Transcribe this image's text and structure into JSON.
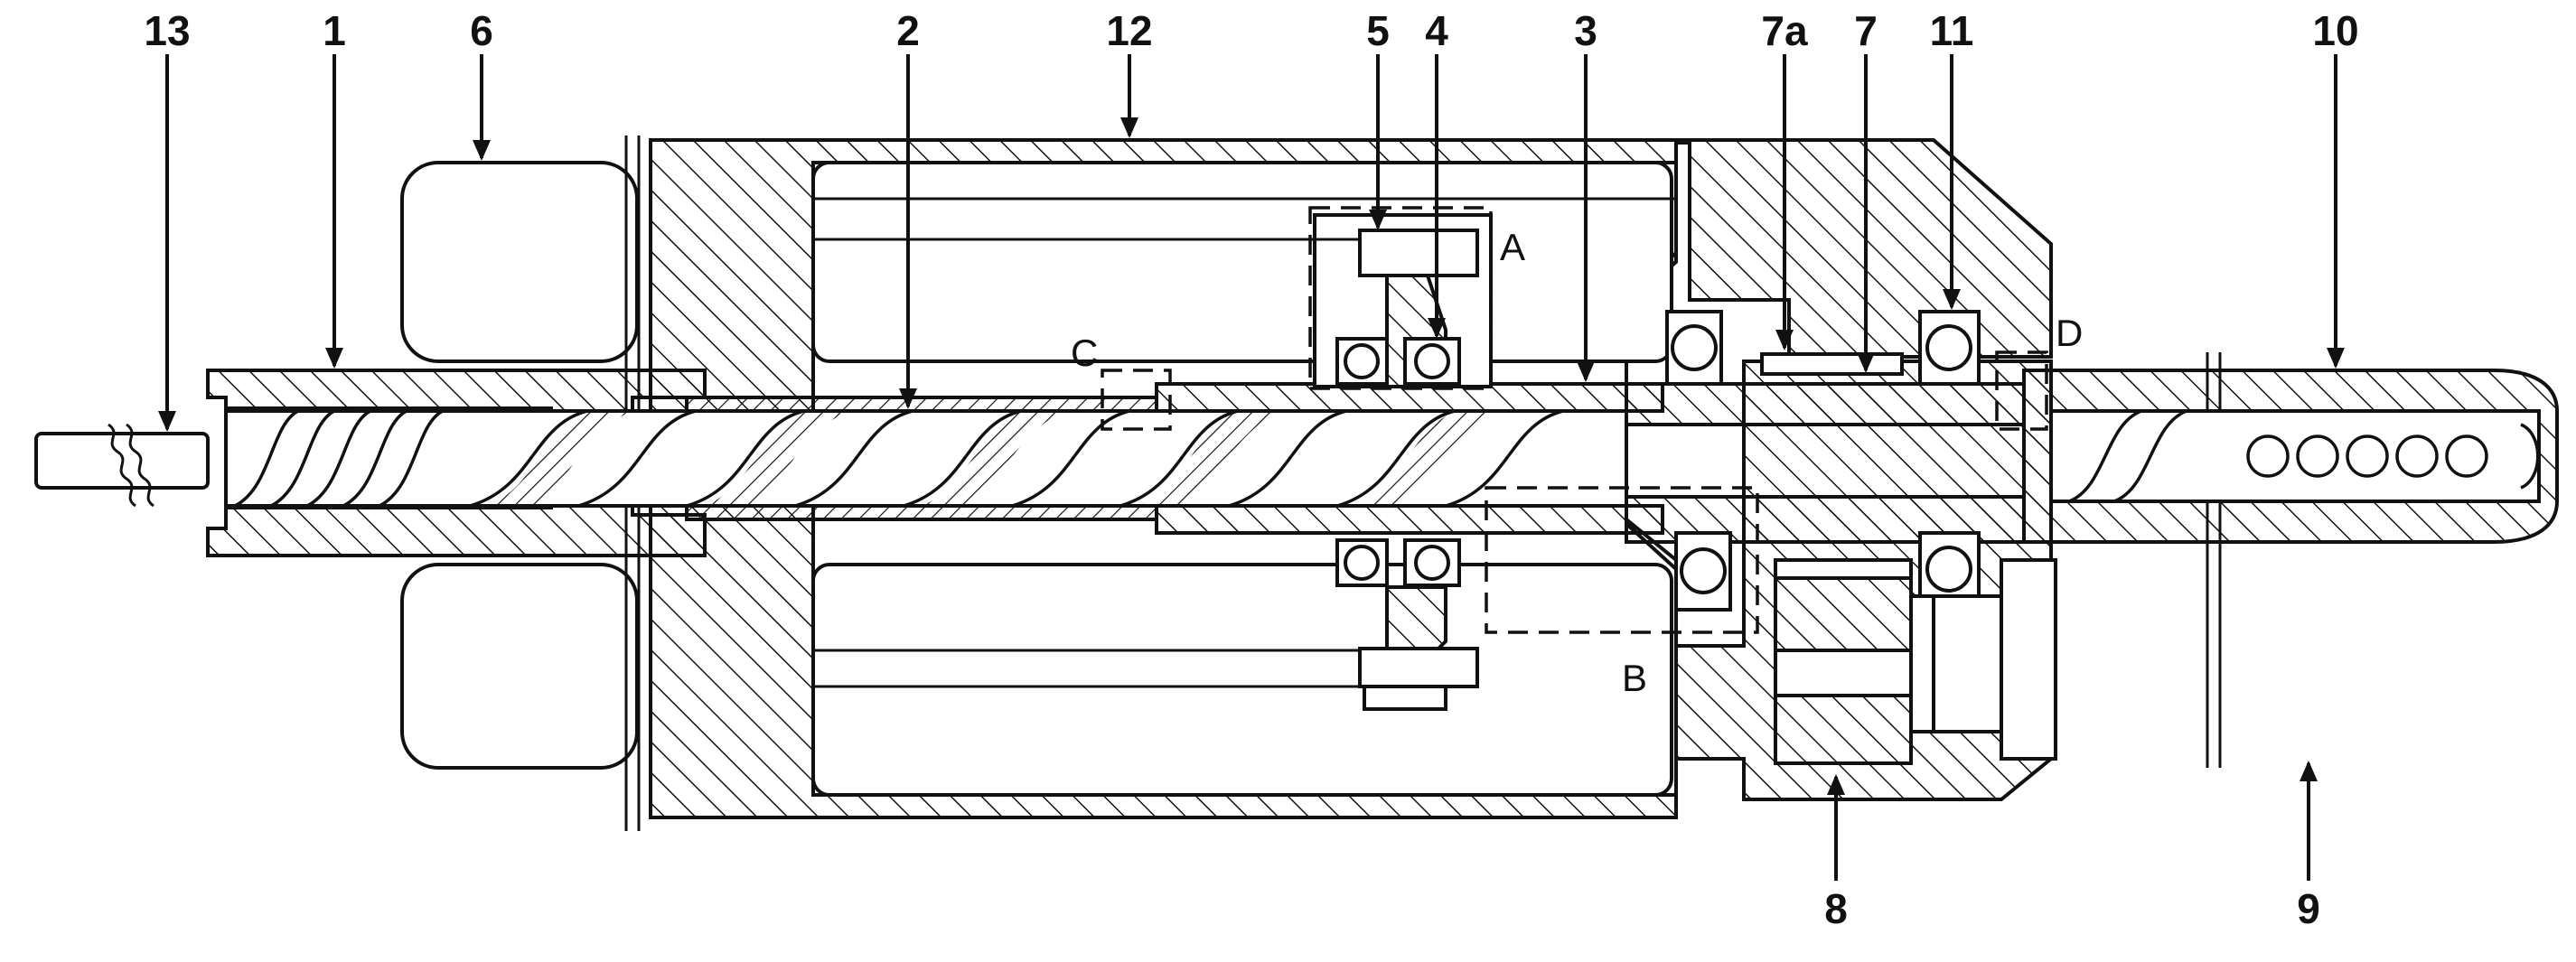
{
  "labels": {
    "l13": "13",
    "l1": "1",
    "l6": "6",
    "l2": "2",
    "l12": "12",
    "l5": "5",
    "l4": "4",
    "l3": "3",
    "l7a": "7a",
    "l7": "7",
    "l11": "11",
    "l10": "10",
    "l8": "8",
    "l9": "9",
    "lA": "A",
    "lB": "B",
    "lC": "C",
    "lD": "D"
  },
  "colors": {
    "ink": "#111111",
    "paper": "#ffffff"
  }
}
